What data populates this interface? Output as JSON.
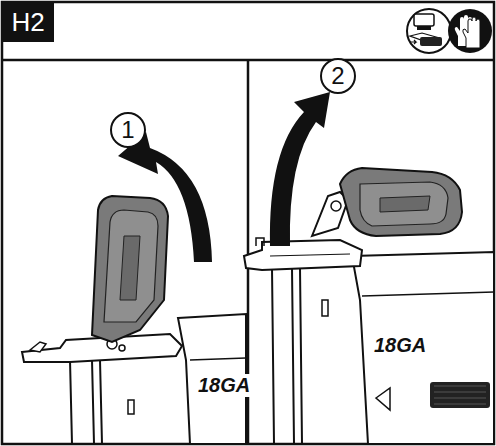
{
  "diagram": {
    "nodes": [
      {
        "text": [
          "H2"
        ]
      },
      {
        "text": [
          "1"
        ]
      },
      {
        "text": [
          "2"
        ]
      }
    ],
    "labels": [
      "18GA",
      "18GA"
    ]
  }
}
